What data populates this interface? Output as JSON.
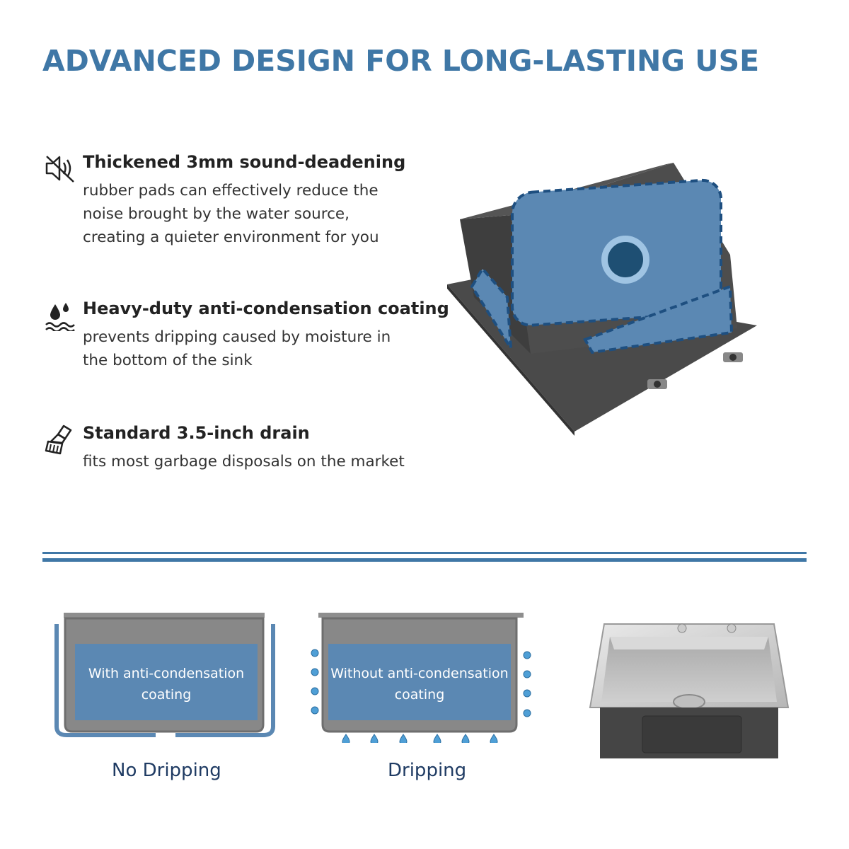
{
  "title": "ADVANCED DESIGN FOR LONG-LASTING USE",
  "features": [
    {
      "icon": "sound-off-icon",
      "heading": "Thickened 3mm sound-deadening",
      "body": "rubber pads can effectively reduce the\nnoise brought by the water source,\ncreating a quieter environment for you"
    },
    {
      "icon": "water-drops-icon",
      "heading": "Heavy-duty anti-condensation coating",
      "body": "prevents dripping caused by moisture in\nthe bottom of the sink"
    },
    {
      "icon": "brush-hand-icon",
      "heading": "Standard 3.5-inch drain",
      "body": "fits most garbage disposals on the market"
    }
  ],
  "comparison": {
    "left": {
      "panel_text": "With anti-condensation coating",
      "caption": "No Dripping"
    },
    "right": {
      "panel_text": "Without anti-condensation coating",
      "caption": "Dripping"
    }
  },
  "colors": {
    "accent": "#3f77a6",
    "panel": "#5b88b3",
    "sink": "#4b4b4b"
  }
}
